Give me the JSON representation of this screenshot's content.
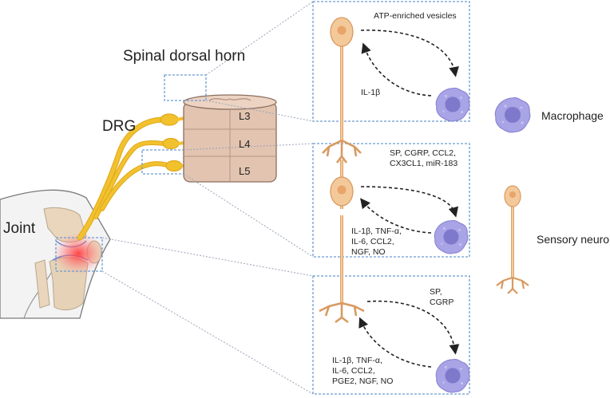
{
  "labels": {
    "spinal_dorsal_horn": "Spinal dorsal horn",
    "drg": "DRG",
    "joint": "Joint",
    "segments": [
      "L3",
      "L4",
      "L5"
    ]
  },
  "panels": [
    {
      "top_text": [
        "ATP-enriched vesicles"
      ],
      "bottom_text": [
        "IL-1β"
      ]
    },
    {
      "top_text": [
        "SP, CGRP, CCL2,",
        "CX3CL1, miR-183"
      ],
      "bottom_text": [
        "IL-1β, TNF-α,",
        "IL-6, CCL2,",
        "NGF, NO"
      ]
    },
    {
      "top_text": [
        "SP,",
        "CGRP"
      ],
      "bottom_text": [
        "IL-1β, TNF-α,",
        "IL-6, CCL2,",
        "PGE2, NGF, NO"
      ]
    }
  ],
  "legend": {
    "macrophage": "Macrophage",
    "sensory_neuron": "Sensory neuron"
  },
  "colors": {
    "nerve": "#f2c12e",
    "neuron": "#f4c99a",
    "neuron_stroke": "#d89a60",
    "macrophage": "#a8a4e6",
    "macrophage_nucleus": "#7f79cc",
    "box_border": "#6a9bd4",
    "spinal_cord": "#e2c4b0",
    "inflammation": "#ff5a5a"
  }
}
